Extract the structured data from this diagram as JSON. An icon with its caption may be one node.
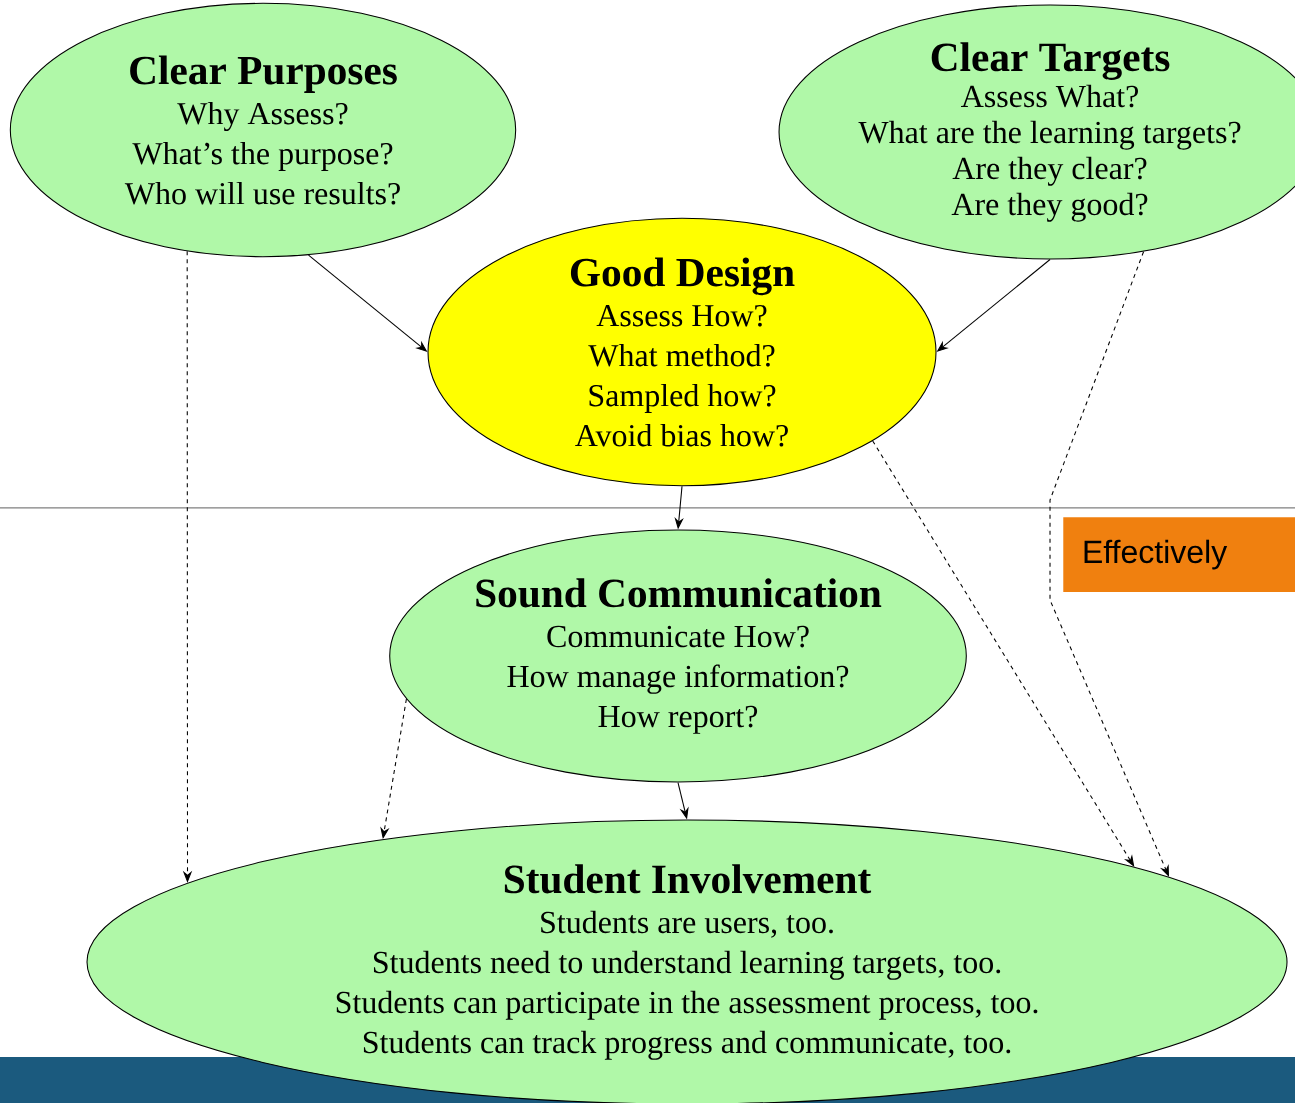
{
  "diagram": {
    "nodes": [
      {
        "text": [
          "Clear Purposes",
          "Why Assess?",
          "What’s the purpose?",
          "Who will use results?"
        ]
      },
      {
        "text": [
          "Clear Targets",
          "Assess What?",
          "What are the learning targets?",
          "Are they clear?",
          "Are they good?"
        ]
      },
      {
        "text": [
          "Good Design",
          "Assess How?",
          "What method?",
          "Sampled how?",
          "Avoid bias how?"
        ]
      },
      {
        "text": [
          "Effectively"
        ]
      },
      {
        "text": [
          "Sound Communication",
          "Communicate How?",
          "How manage information?",
          "How report?"
        ]
      },
      {
        "text": [
          "Student Involvement",
          "Students are users, too.",
          "Students need to understand learning targets, too.",
          "Students can participate in the assessment process, too.",
          "Students can track progress and communicate, too."
        ]
      }
    ],
    "edges": [
      {
        "from": 0,
        "to": 2,
        "arrow": "to"
      },
      {
        "from": 1,
        "to": 2,
        "arrow": "to"
      },
      {
        "from": 2,
        "to": 4,
        "arrow": "to"
      },
      {
        "from": 4,
        "to": 5,
        "arrow": "to"
      },
      {
        "from": 0,
        "to": 5,
        "arrow": "to",
        "style": "dashed"
      },
      {
        "from": 2,
        "to": 5,
        "arrow": "to",
        "style": "dashed"
      },
      {
        "from": 1,
        "to": 5,
        "arrow": "to",
        "style": "dashed"
      },
      {
        "from": 4,
        "to": 5,
        "arrow": "to",
        "style": "dashed"
      }
    ]
  }
}
